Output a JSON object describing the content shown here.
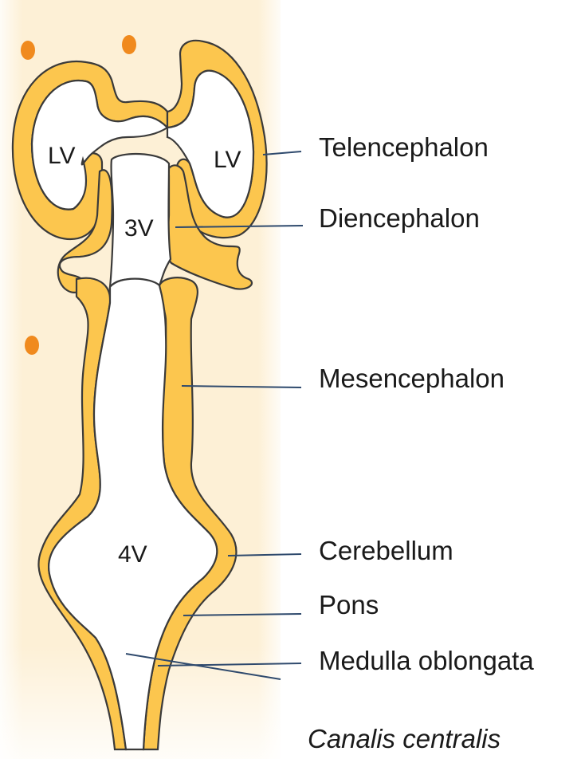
{
  "diagram": {
    "cavities": {
      "lv_left": "LV",
      "lv_right": "LV",
      "third_ventricle": "3V",
      "fourth_ventricle": "4V"
    },
    "labels": [
      {
        "key": "telencephalon",
        "text": "Telencephalon"
      },
      {
        "key": "diencephalon",
        "text": "Diencephalon"
      },
      {
        "key": "mesencephalon",
        "text": "Mesencephalon"
      },
      {
        "key": "cerebellum",
        "text": "Cerebellum"
      },
      {
        "key": "pons",
        "text": "Pons"
      },
      {
        "key": "medulla",
        "text": "Medulla oblongata"
      },
      {
        "key": "canalis",
        "text": "Canalis centralis"
      }
    ],
    "colors": {
      "background_band": "#fdf0d6",
      "neural_tissue": "#fcc64e",
      "outline": "#3a3a3a",
      "leader_line": "#2f4a6d",
      "dots": "#f08a1e"
    }
  }
}
